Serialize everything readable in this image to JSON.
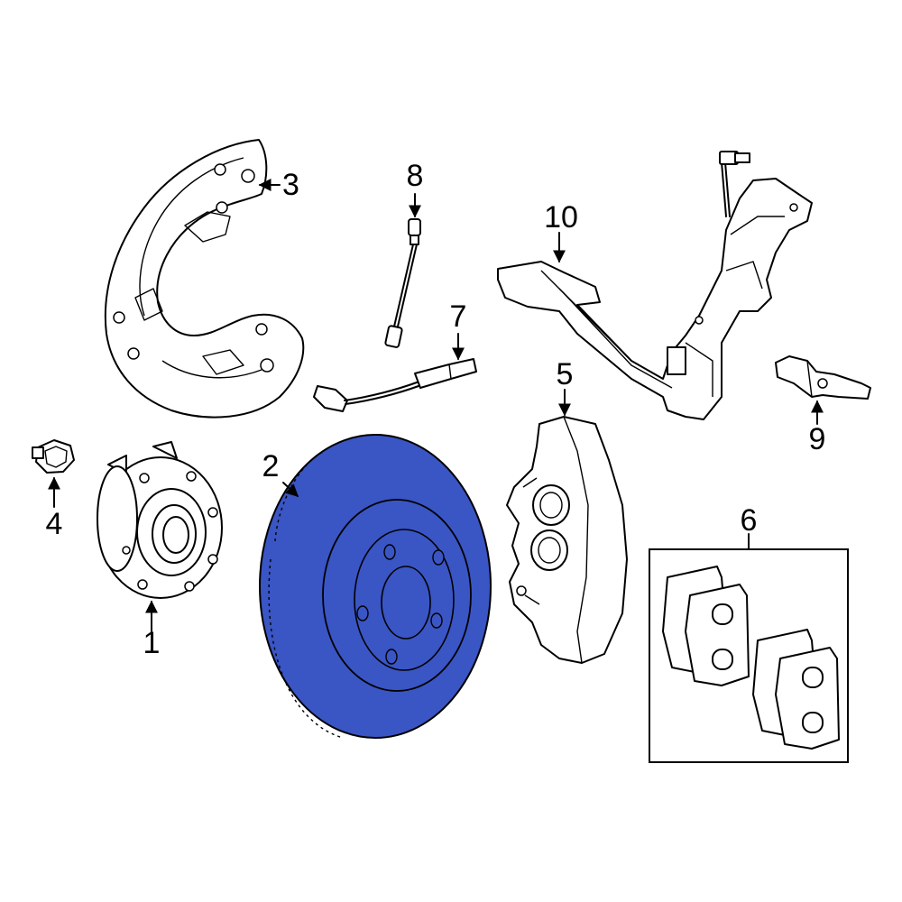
{
  "diagram": {
    "highlight_color": "#3a55c4",
    "line_color": "#000000",
    "background": "#ffffff",
    "callouts": {
      "c1": "1",
      "c2": "2",
      "c3": "3",
      "c4": "4",
      "c5": "5",
      "c6": "6",
      "c7": "7",
      "c8": "8",
      "c9": "9",
      "c10": "10"
    },
    "parts": {
      "p1": "hub-bearing-assembly",
      "p2": "brake-rotor",
      "p3": "splash-shield",
      "p4": "hub-bolt",
      "p5": "brake-caliper",
      "p6": "brake-pad-set",
      "p7": "pad-wear-sensor",
      "p8": "pad-wear-sensor",
      "p9": "wheel-speed-sensor",
      "p10": "wiring-harness-bracket"
    }
  }
}
